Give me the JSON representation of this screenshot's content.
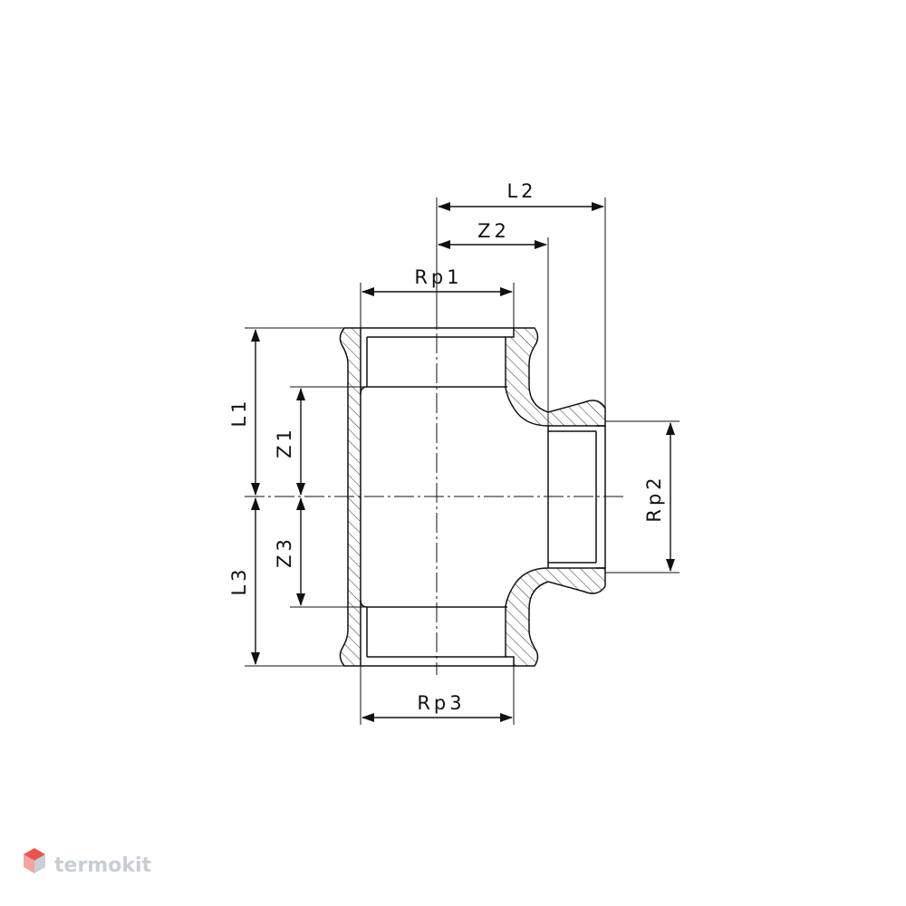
{
  "labels": {
    "rp1": "Rp1",
    "rp2": "Rp2",
    "rp3": "Rp3",
    "l1": "L1",
    "l2": "L2",
    "l3": "L3",
    "z1": "Z1",
    "z2": "Z2",
    "z3": "Z3"
  },
  "logo": {
    "text": "termokit",
    "icon": "hexagon-cube-icon",
    "colors": {
      "top": "#e8554e",
      "left": "#f2a5a0",
      "right": "#c9ced6"
    }
  },
  "colors": {
    "line": "#111111",
    "hatch": "#333333"
  }
}
